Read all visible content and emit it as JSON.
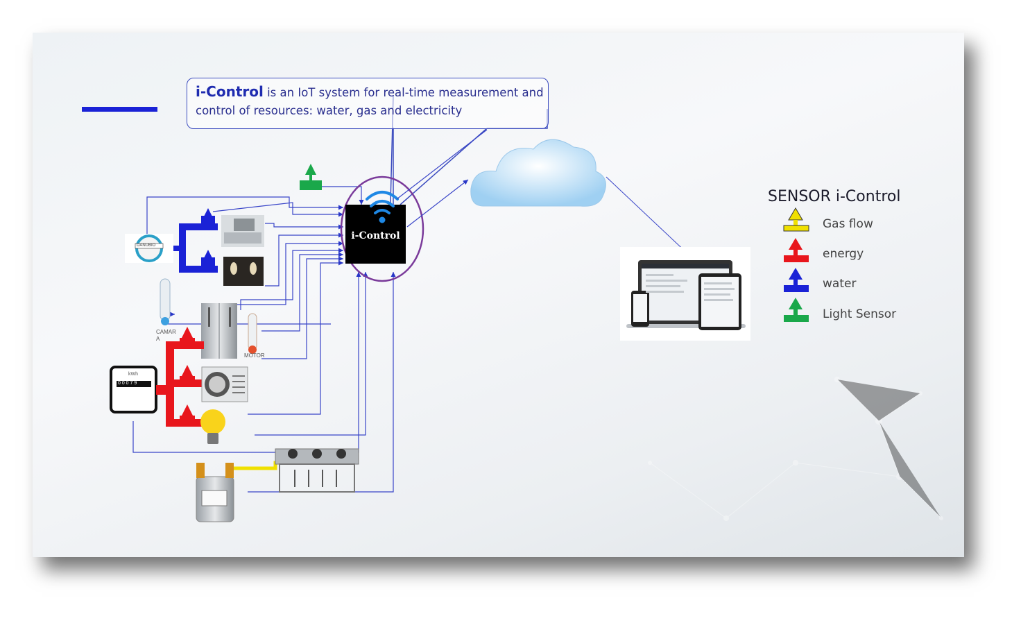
{
  "callout": {
    "brand": "i-Control",
    "text": "is an IoT system for real-time measurement and control of resources: water, gas and electricity"
  },
  "controller": {
    "label": "i-Control"
  },
  "legend": {
    "title": "SENSOR i-Control",
    "items": [
      {
        "label": "Gas flow",
        "color": "#f0e000"
      },
      {
        "label": "energy",
        "color": "#e8161c"
      },
      {
        "label": "water",
        "color": "#1a22d6"
      },
      {
        "label": "Light Sensor",
        "color": "#1aa84a"
      }
    ]
  },
  "labels": {
    "camara_line1": "CAMAR",
    "camara_line2": "A",
    "motor": "MOTOR",
    "meter_unit": "kWh",
    "meter_reading": "0 0 0 7 9",
    "water_meter_brand": "DANUBIO"
  },
  "colors": {
    "accent_bar": "#1a22d6",
    "wire": "#3844c8",
    "controller_ring": "#7a3a9a"
  }
}
